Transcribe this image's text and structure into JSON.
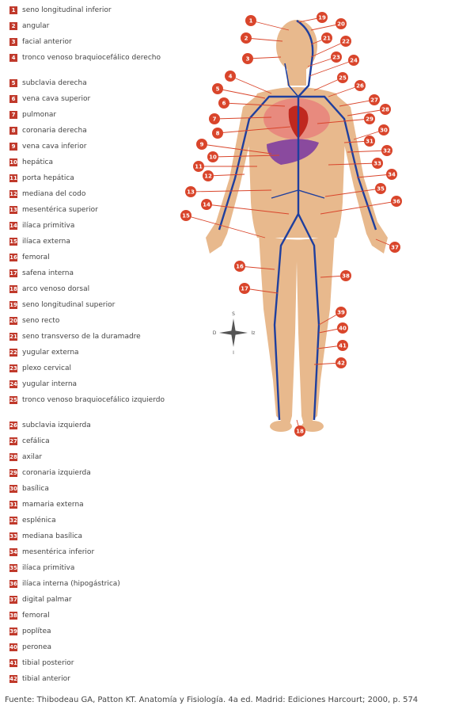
{
  "legend": [
    {
      "n": "1",
      "label": "seno longitudinal inferior"
    },
    {
      "n": "2",
      "label": "angular"
    },
    {
      "n": "3",
      "label": "facial anterior"
    },
    {
      "n": "4",
      "label": "tronco venoso braquiocefálico derecho"
    },
    {
      "n": "5",
      "label": "subclavia derecha"
    },
    {
      "n": "6",
      "label": "vena cava superior"
    },
    {
      "n": "7",
      "label": "pulmonar"
    },
    {
      "n": "8",
      "label": "coronaria derecha"
    },
    {
      "n": "9",
      "label": "vena cava inferior"
    },
    {
      "n": "10",
      "label": "hepática"
    },
    {
      "n": "11",
      "label": "porta hepática"
    },
    {
      "n": "12",
      "label": "mediana del codo"
    },
    {
      "n": "13",
      "label": "mesentérica superior"
    },
    {
      "n": "14",
      "label": "ilíaca primitiva"
    },
    {
      "n": "15",
      "label": "ilíaca externa"
    },
    {
      "n": "16",
      "label": "femoral"
    },
    {
      "n": "17",
      "label": "safena interna"
    },
    {
      "n": "18",
      "label": "arco venoso dorsal"
    },
    {
      "n": "19",
      "label": "seno longitudinal superior"
    },
    {
      "n": "20",
      "label": "seno recto"
    },
    {
      "n": "21",
      "label": "seno transverso de la duramadre"
    },
    {
      "n": "22",
      "label": "yugular externa"
    },
    {
      "n": "23",
      "label": "plexo cervical"
    },
    {
      "n": "24",
      "label": "yugular interna"
    },
    {
      "n": "25",
      "label": "tronco venoso braquiocefálico izquierdo"
    },
    {
      "n": "26",
      "label": "subclavia izquierda"
    },
    {
      "n": "27",
      "label": "cefálica"
    },
    {
      "n": "28",
      "label": "axilar"
    },
    {
      "n": "29",
      "label": "coronaria izquierda"
    },
    {
      "n": "30",
      "label": "basílica"
    },
    {
      "n": "31",
      "label": "mamaria externa"
    },
    {
      "n": "32",
      "label": "esplénica"
    },
    {
      "n": "33",
      "label": "mediana basílica"
    },
    {
      "n": "34",
      "label": "mesentérica inferior"
    },
    {
      "n": "35",
      "label": "ilíaca primitiva"
    },
    {
      "n": "36",
      "label": "ilíaca interna (hipogástrica)"
    },
    {
      "n": "37",
      "label": "digital palmar"
    },
    {
      "n": "38",
      "label": "femoral"
    },
    {
      "n": "39",
      "label": "poplítea"
    },
    {
      "n": "40",
      "label": "peronea"
    },
    {
      "n": "41",
      "label": "tibial posterior"
    },
    {
      "n": "42",
      "label": "tibial anterior"
    }
  ],
  "compass": {
    "n": "S",
    "s": "I",
    "w": "D",
    "e": "Iz"
  },
  "source": "Fuente: Thibodeau GA, Patton KT. Anatomía y Fisiología. 4a ed. Madrid: Ediciones Harcourt; 2000, p. 574",
  "colors": {
    "badge": "#c0392b",
    "marker": "#d9452b",
    "skin": "#e8b98d",
    "vein": "#1f3f9e",
    "heart": "#c0281e",
    "liver": "#8a4a9e"
  }
}
